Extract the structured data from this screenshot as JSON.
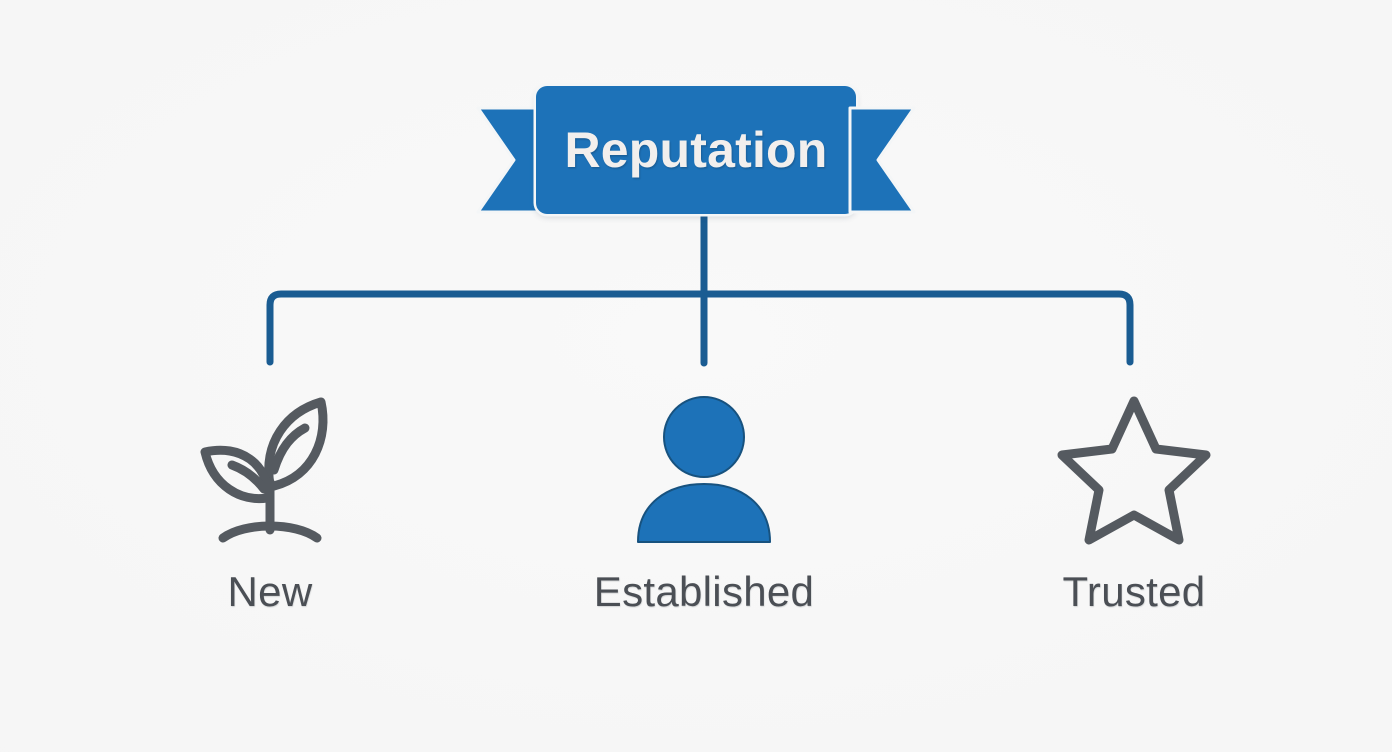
{
  "diagram": {
    "title": "Reputation",
    "type": "hierarchy-tree",
    "background_color": "#f6f6f6",
    "accent_color": "#1d72b8",
    "connector_color": "#1a5c92",
    "icon_gray": "#555a60",
    "label_color": "#4b4f55",
    "banner": {
      "label": "Reputation",
      "text_color": "#f2efed",
      "fill_color": "#1d72b8",
      "shape": "ribbon-banner",
      "left_tail_name": "ribbon-tail-left",
      "right_tail_name": "ribbon-tail-right"
    },
    "connectors": {
      "name": "tree-connector-lines",
      "stroke_color": "#1a5c92",
      "stroke_width": 7
    },
    "nodes": [
      {
        "id": "new",
        "label": "New",
        "icon": "seedling-icon",
        "icon_style": "outline",
        "icon_color": "#555a60"
      },
      {
        "id": "established",
        "label": "Established",
        "icon": "person-icon",
        "icon_style": "solid",
        "icon_color": "#1d72b8"
      },
      {
        "id": "trusted",
        "label": "Trusted",
        "icon": "star-icon",
        "icon_style": "outline",
        "icon_color": "#555a60"
      }
    ]
  }
}
